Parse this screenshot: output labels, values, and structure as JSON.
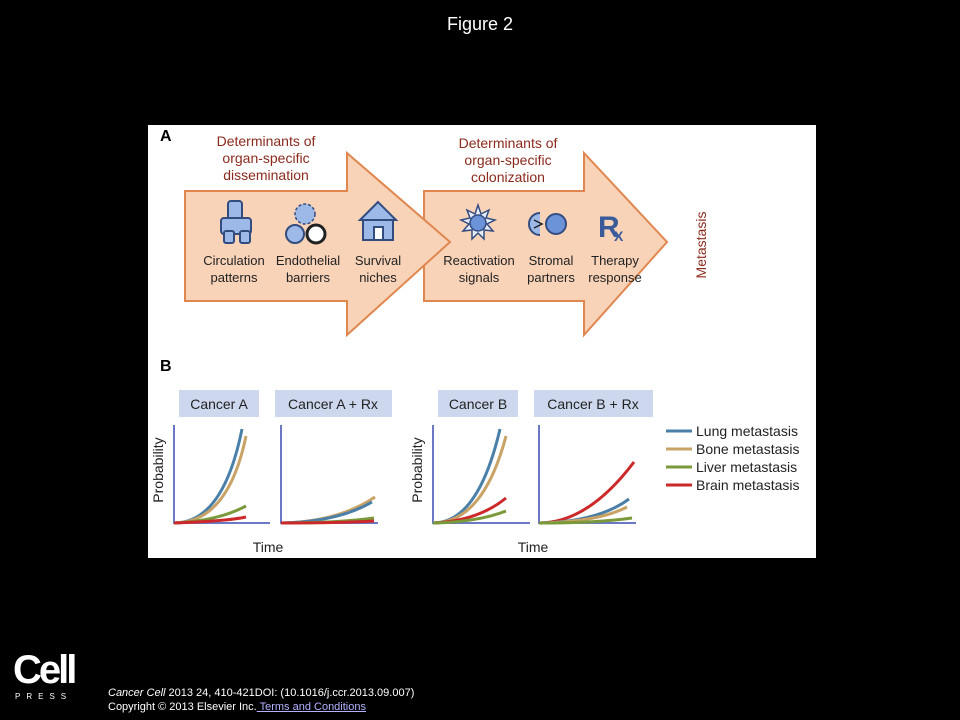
{
  "slide": {
    "title": "Figure 2"
  },
  "panel_a": {
    "label": "A",
    "dissemination": {
      "heading": [
        "Determinants of",
        "organ-specific",
        "dissemination"
      ],
      "items": [
        {
          "icon": "blood-vessel-icon",
          "label": [
            "Circulation",
            "patterns"
          ]
        },
        {
          "icon": "endothelial-cells-icon",
          "label": [
            "Endothelial",
            "barriers"
          ]
        },
        {
          "icon": "house-icon",
          "label": [
            "Survival",
            "niches"
          ]
        }
      ]
    },
    "colonization": {
      "heading": [
        "Determinants of",
        "organ-specific",
        "colonization"
      ],
      "items": [
        {
          "icon": "starburst-cell-icon",
          "label": [
            "Reactivation",
            "signals"
          ]
        },
        {
          "icon": "stromal-interaction-icon",
          "label": [
            "Stromal",
            "partners"
          ]
        },
        {
          "icon": "rx-icon",
          "label": [
            "Therapy",
            "response"
          ]
        }
      ]
    },
    "outcome": "Metastasis",
    "rx_glyph": {
      "r": "R",
      "x": "X"
    }
  },
  "panel_b": {
    "label": "B",
    "plot_titles": [
      "Cancer A",
      "Cancer A + Rx",
      "Cancer B",
      "Cancer B + Rx"
    ],
    "ylabel": "Probability",
    "xlabel": "Time",
    "legend": [
      {
        "name": "Lung metastasis",
        "color": "#4a7fa8"
      },
      {
        "name": "Bone metastasis",
        "color": "#c9a265"
      },
      {
        "name": "Liver metastasis",
        "color": "#7a9a3a"
      },
      {
        "name": "Brain metastasis",
        "color": "#cc2a2a"
      }
    ],
    "colors": {
      "axis": "#6a78c6",
      "title_bg": "#cdd8ee",
      "arrow_fill": "#f8d3b8",
      "arrow_stroke": "#e0874f",
      "heading": "#8b2a1c",
      "icon_fill": "#9db9e8",
      "icon_stroke": "#334c80"
    }
  },
  "footer": {
    "logo_main": "Cell",
    "logo_sub": "PRESS",
    "citation_journal": "Cancer Cell",
    "citation_rest": " 2013 24, 410-421DOI: (10.1016/j.ccr.2013.09.007)",
    "copyright": "Copyright © 2013 Elsevier Inc.",
    "terms_link": " Terms and Conditions"
  }
}
